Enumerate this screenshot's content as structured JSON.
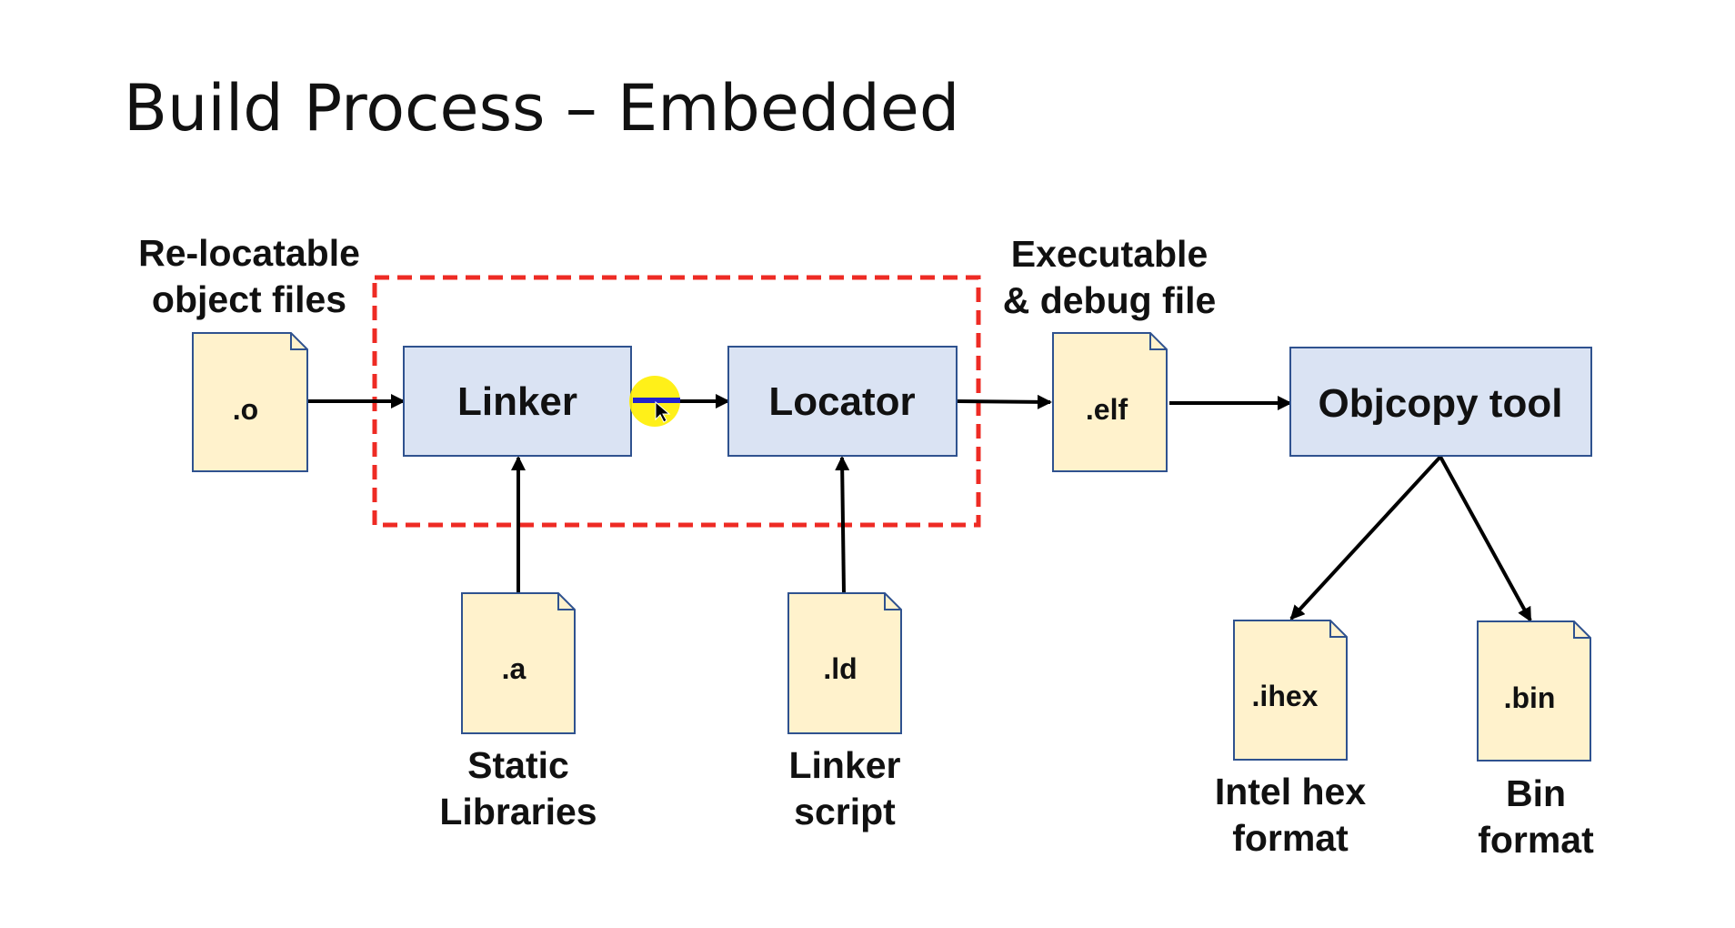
{
  "title": "Build Process – Embedded",
  "colors": {
    "process_box_fill": "#dae3f3",
    "process_box_stroke": "#2f528f",
    "file_fill": "#fff2cc",
    "file_stroke": "#2f528f",
    "dashed_frame": "#ee2b24",
    "arrow": "#000000",
    "cursor_highlight": "#ffee00",
    "cursor_line": "#2222cc"
  },
  "process_boxes": {
    "linker": "Linker",
    "locator": "Locator",
    "objcopy": "Objcopy tool"
  },
  "files": {
    "obj": ".o",
    "archive": ".a",
    "linker_script": ".ld",
    "elf": ".elf",
    "ihex": ".ihex",
    "bin": ".bin"
  },
  "captions": {
    "relocatable": [
      "Re-locatable",
      "object files"
    ],
    "executable": [
      "Executable",
      "& debug file"
    ],
    "static_libs": [
      "Static",
      "Libraries"
    ],
    "linker_script": [
      "Linker",
      "script"
    ],
    "intel_hex": [
      "Intel hex",
      "format"
    ],
    "bin_format": [
      "Bin",
      "format"
    ]
  },
  "icons": {
    "file": "document-icon",
    "cursor": "mouse-pointer-icon"
  }
}
